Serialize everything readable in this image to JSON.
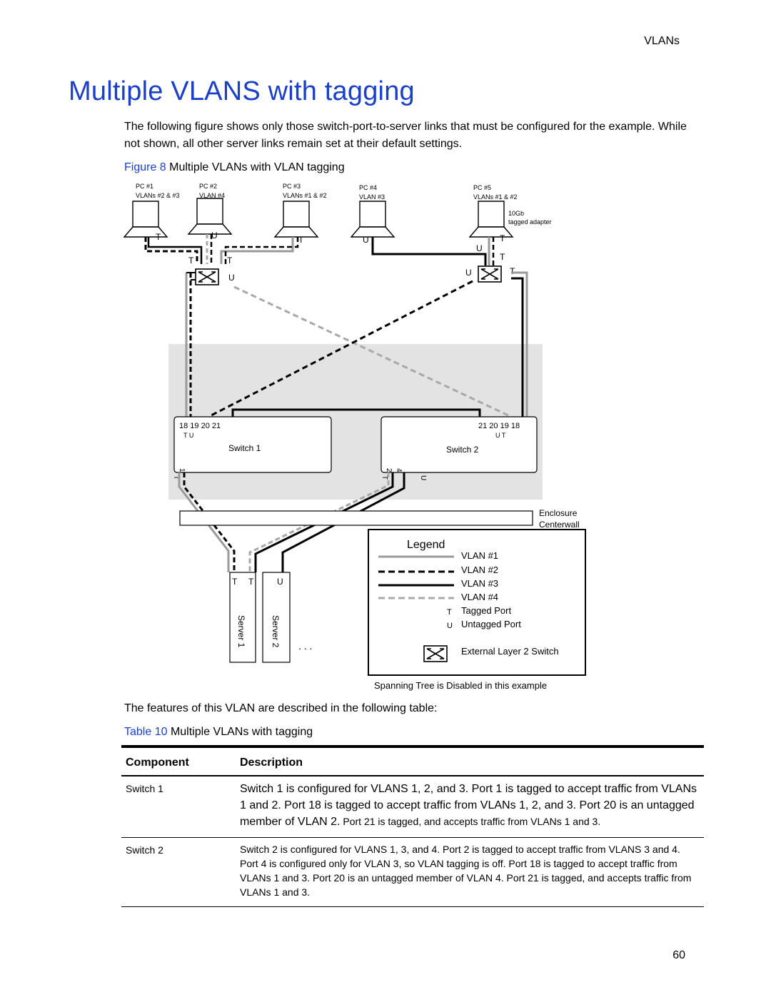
{
  "header": {
    "running_head": "VLANs",
    "page_number": "60"
  },
  "title": "Multiple VLANS with tagging",
  "intro": "The following figure shows only those switch-port-to-server links that must be configured for the example. While not shown, all other server links remain set at their default settings.",
  "figure_caption": {
    "lead": "Figure 8",
    "text": " Multiple VLANs with VLAN tagging"
  },
  "figure": {
    "pcs": [
      {
        "name": "PC #1",
        "vlans": "VLANs #2 & #3"
      },
      {
        "name": "PC #2",
        "vlans": "VLAN #4"
      },
      {
        "name": "PC #3",
        "vlans": "VLANs #1 & #2"
      },
      {
        "name": "PC #4",
        "vlans": "VLAN #3"
      },
      {
        "name": "PC #5",
        "vlans": "VLANs #1 & #2"
      }
    ],
    "adapter_label_1": "10Gb",
    "adapter_label_2": "tagged adapter",
    "tag_T": "T",
    "tag_U": "U",
    "switch1": {
      "name": "Switch 1",
      "ports": "18  19  20  21",
      "port_modes": "T          U",
      "port_1": "1"
    },
    "switch2": {
      "name": "Switch 2",
      "ports": "21  20  19 18",
      "port_modes": "U        T",
      "port_2": "2",
      "port_4": "4"
    },
    "enclosure_1": "Enclosure",
    "enclosure_2": "Centerwall",
    "server1": "Server 1",
    "server2": "Server 2",
    "ellipsis": ". . .",
    "legend": {
      "title": "Legend",
      "vlan1": "VLAN #1",
      "vlan2": "VLAN #2",
      "vlan3": "VLAN #3",
      "vlan4": "VLAN #4",
      "tagged": "Tagged Port",
      "untagged": "Untagged Port",
      "switch": "External Layer 2 Switch"
    },
    "footer_note": "Spanning Tree is Disabled in this example",
    "colors": {
      "vlan1": "#9a9a9a",
      "vlan2": "#000000",
      "vlan3": "#000000",
      "vlan4": "#a8a8a8",
      "shade": "#e3e3e3"
    }
  },
  "table_intro": "The features of this VLAN are described in the following table:",
  "table_caption": {
    "lead": "Table 10",
    "text": "  Multiple VLANs with tagging"
  },
  "table": {
    "headers": [
      "Component",
      "Description"
    ],
    "rows": [
      {
        "component": "Switch 1",
        "desc_a": "Switch 1 is configured for VLANS 1, 2, and 3. Port 1 is tagged to accept traffic from VLANs 1 and 2. Port 18 is tagged to accept traffic from VLANs 1, 2, and 3. Port 20 is an untagged member of VLAN 2.",
        "desc_b": " Port 21 is tagged, and accepts traffic from VLANs 1 and 3."
      },
      {
        "component": "Switch 2",
        "desc": "Switch 2 is configured for VLANS 1, 3, and 4. Port 2 is tagged to accept traffic from VLANS 3 and 4. Port 4 is configured only for VLAN 3, so VLAN tagging is off. Port 18 is tagged to accept traffic from VLANs 1 and 3. Port 20 is an untagged member of VLAN 4. Port 21 is tagged, and accepts traffic from VLANs 1 and 3."
      }
    ]
  }
}
